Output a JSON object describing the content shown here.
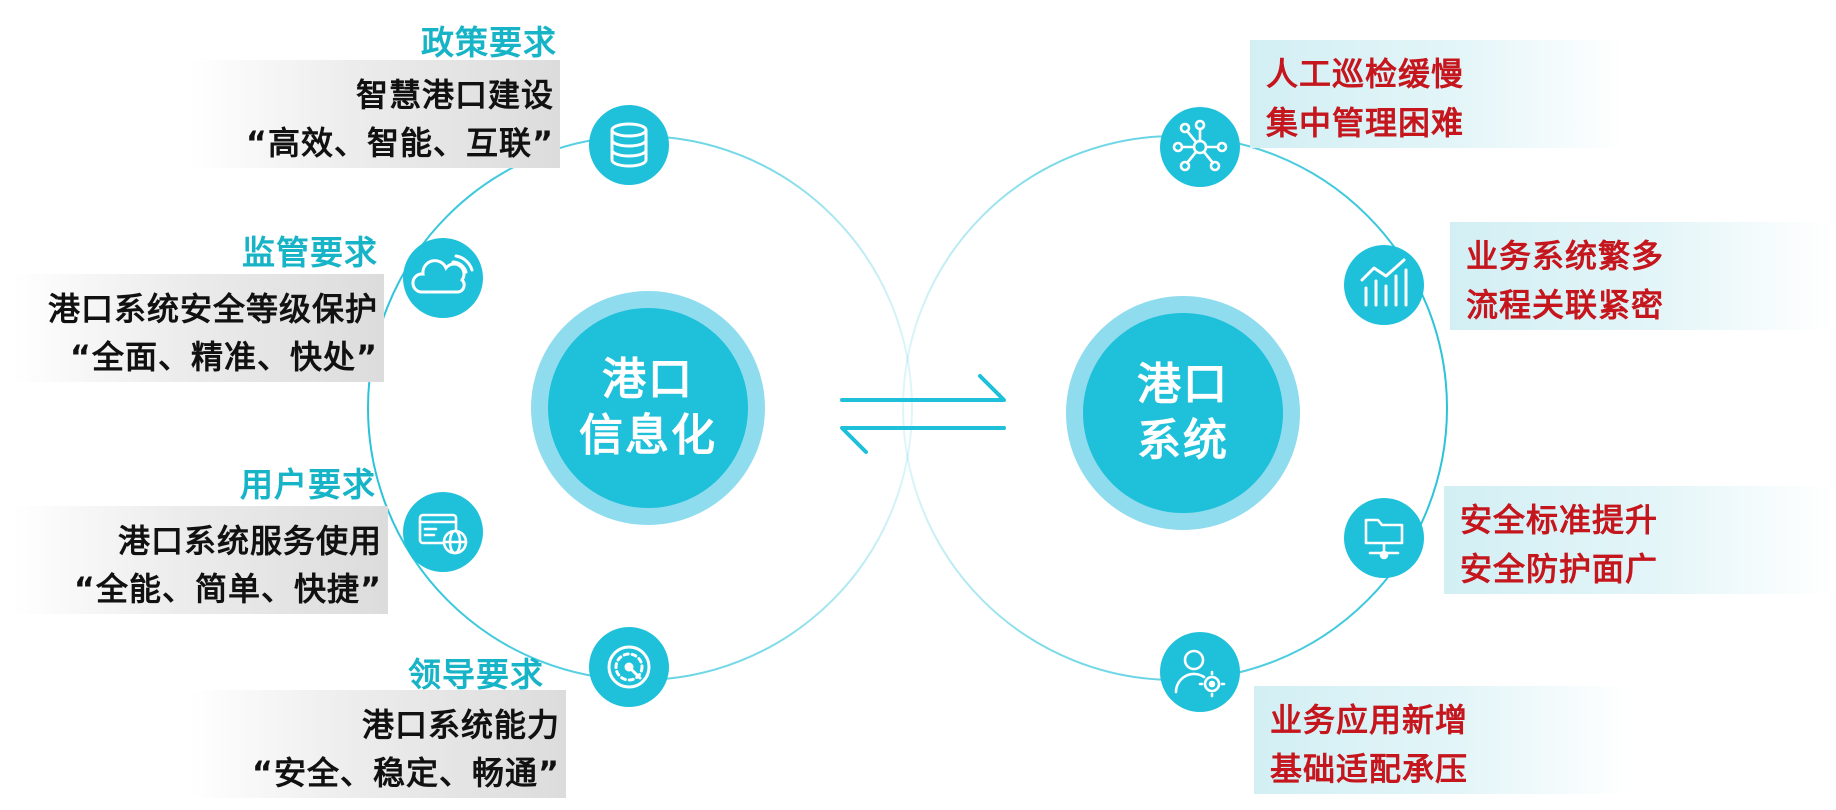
{
  "colors": {
    "accent": "#1ec0da",
    "accent_light": "#8fdcee",
    "ring_line": "#2ac3d9",
    "title_cyan": "#17b3c6",
    "issue_red": "#c5161d",
    "text_black": "#111111"
  },
  "left_hub": {
    "line1": "港口",
    "line2": "信息化"
  },
  "right_hub": {
    "line1": "港口",
    "line2": "系统"
  },
  "exchange_icon": "bidirectional-arrows",
  "requirements": [
    {
      "title": "政策要求",
      "line1": "智慧港口建设",
      "line2": "“高效、智能、互联”",
      "icon": "database-icon"
    },
    {
      "title": "监管要求",
      "line1": "港口系统安全等级保护",
      "line2": "“全面、精准、快处”",
      "icon": "cloud-icon"
    },
    {
      "title": "用户要求",
      "line1": "港口系统服务使用",
      "line2": "“全能、简单、快捷”",
      "icon": "web-browser-globe-icon"
    },
    {
      "title": "领导要求",
      "line1": "港口系统能力",
      "line2": "“安全、稳定、畅通”",
      "icon": "gauge-icon"
    }
  ],
  "issues": [
    {
      "line1": "人工巡检缓慢",
      "line2": "集中管理困难",
      "icon": "network-nodes-icon"
    },
    {
      "line1": "业务系统繁多",
      "line2": "流程关联紧密",
      "icon": "bar-chart-trend-icon"
    },
    {
      "line1": "安全标准提升",
      "line2": "安全防护面广",
      "icon": "folder-network-icon"
    },
    {
      "line1": "业务应用新增",
      "line2": "基础适配承压",
      "icon": "user-gear-icon"
    }
  ]
}
